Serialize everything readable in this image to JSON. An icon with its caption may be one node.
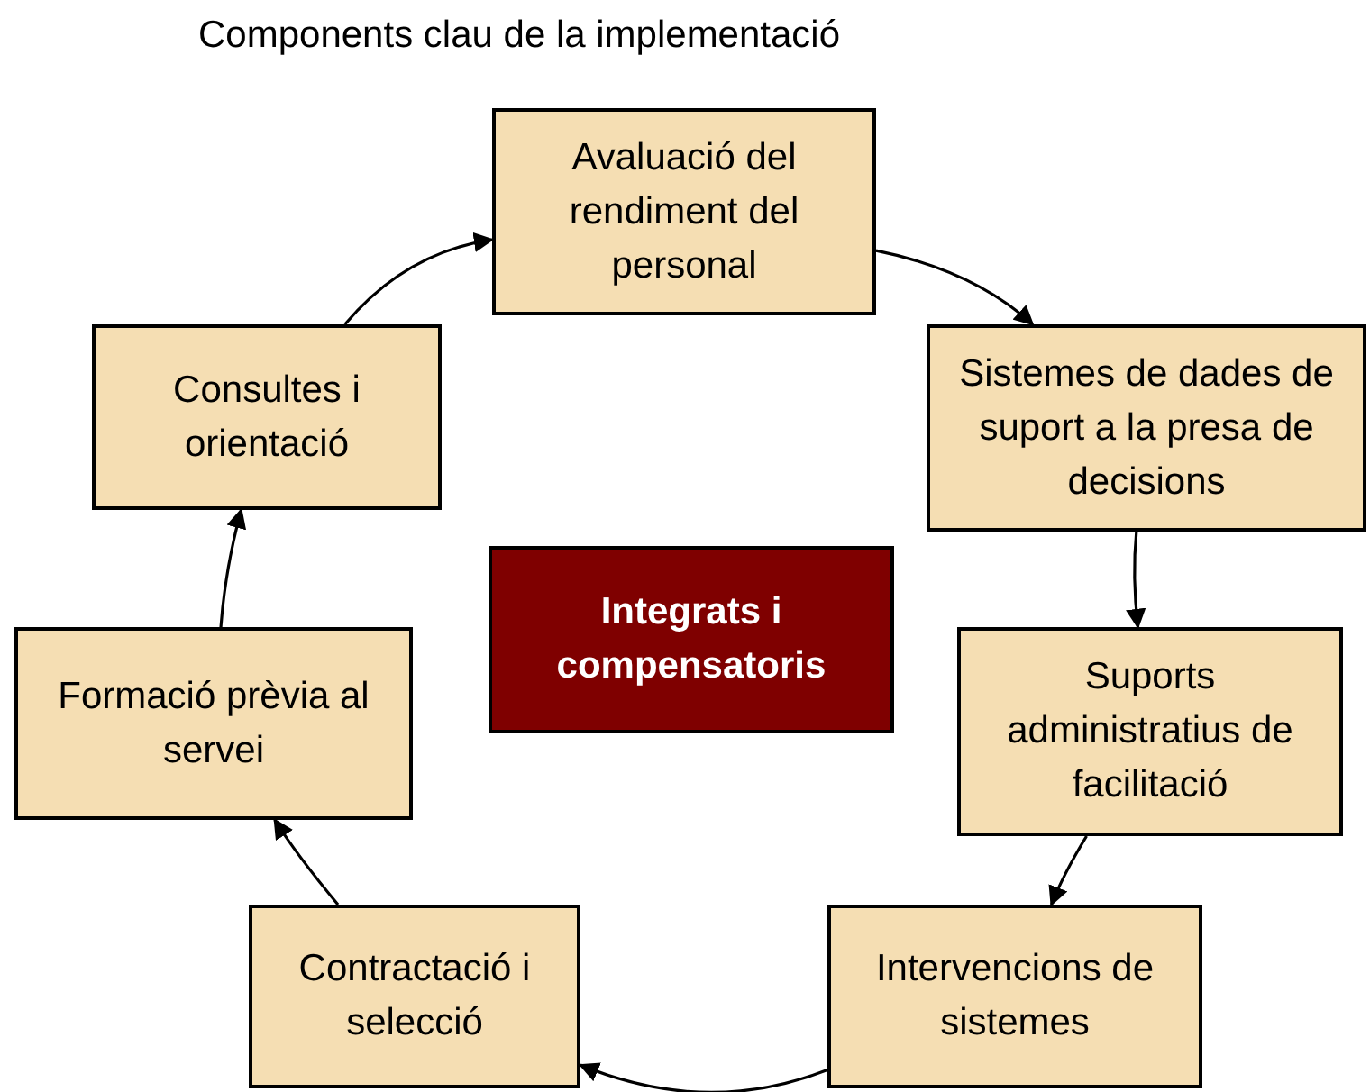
{
  "diagram": {
    "title": "Components clau de la implementació",
    "nodes": [
      {
        "text": [
          "Avaluació del rendiment del personal"
        ]
      },
      {
        "text": [
          "Sistemes de dades de suport a la presa de decisions"
        ]
      },
      {
        "text": [
          "Suports administratius de facilitació"
        ]
      },
      {
        "text": [
          "Intervencions de sistemes"
        ]
      },
      {
        "text": [
          "Contractació i selecció"
        ]
      },
      {
        "text": [
          "Formació prèvia al servei"
        ]
      },
      {
        "text": [
          "Consultes i orientació"
        ]
      },
      {
        "text": [
          "Integrats i compensatoris"
        ]
      }
    ],
    "edges": [
      {
        "from": 0,
        "to": 1,
        "arrow": "to"
      },
      {
        "from": 1,
        "to": 2,
        "arrow": "to"
      },
      {
        "from": 2,
        "to": 3,
        "arrow": "to"
      },
      {
        "from": 3,
        "to": 4,
        "arrow": "to"
      },
      {
        "from": 4,
        "to": 5,
        "arrow": "to"
      },
      {
        "from": 5,
        "to": 6,
        "arrow": "to"
      },
      {
        "from": 6,
        "to": 0,
        "arrow": "to"
      }
    ]
  }
}
